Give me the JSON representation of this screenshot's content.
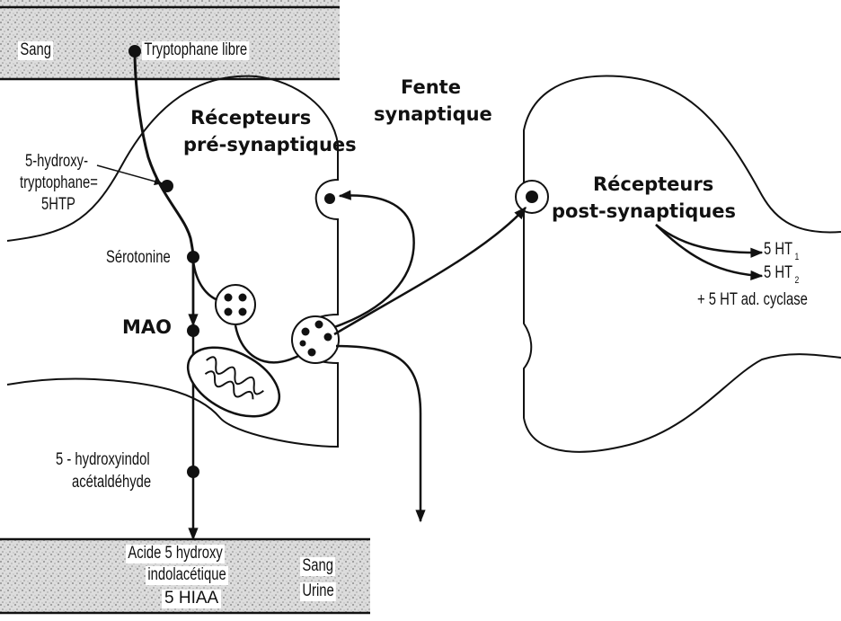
{
  "top_band": {
    "sang": "Sang",
    "tryptophane": "Tryptophane libre"
  },
  "presynaptic": {
    "hydroxy_line1": "5-hydroxy-",
    "hydroxy_line2": "tryptophane=",
    "hydroxy_line3": "5HTP",
    "serotonine": "Sérotonine",
    "mao": "MAO",
    "aldehyde_line1": "5 - hydroxyindol",
    "aldehyde_line2": "acétaldéhyde",
    "receptors_line1": "Récepteurs",
    "receptors_line2": "pré-synaptiques"
  },
  "cleft": {
    "line1": "Fente",
    "line2": "synaptique"
  },
  "postsynaptic": {
    "receptors_line1": "Récepteurs",
    "receptors_line2": "post-synaptiques",
    "ht1": "5 HT",
    "ht1_sub": "1",
    "ht2": "5 HT",
    "ht2_sub": "2",
    "cyclase": "+  5 HT ad. cyclase"
  },
  "bottom_band": {
    "acid_line1": "Acide 5 hydroxy",
    "acid_line2": "indolacétique",
    "acid_line3": "5 HIAA",
    "sang": "Sang",
    "urine": "Urine"
  }
}
